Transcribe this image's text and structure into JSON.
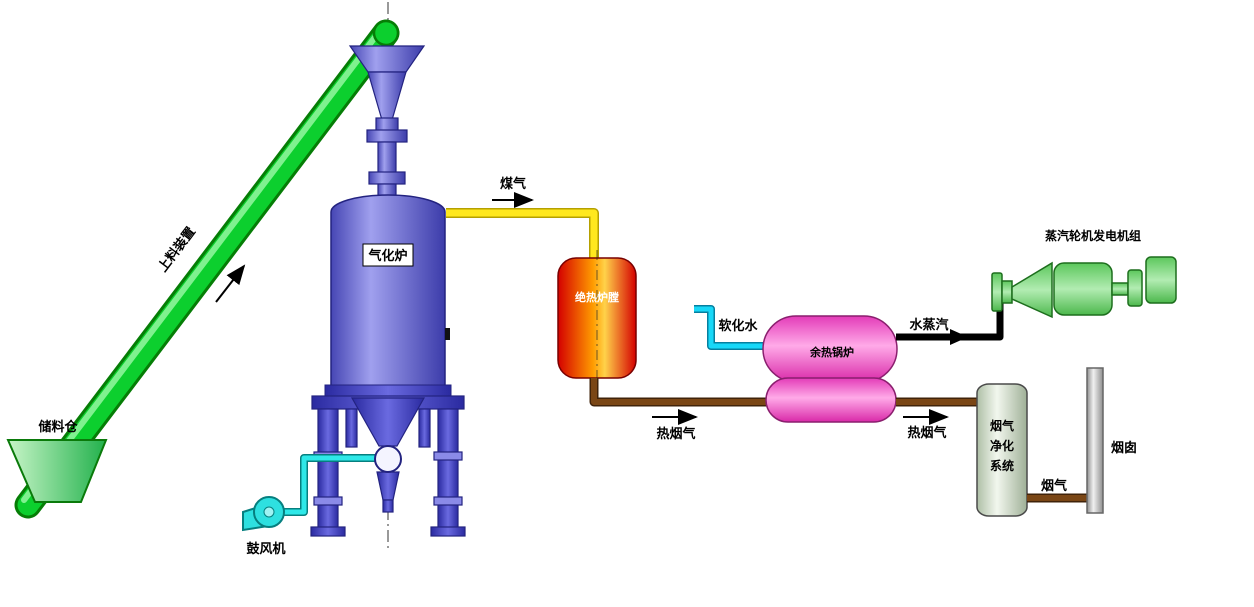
{
  "diagram": {
    "labels": {
      "storage_bin": "储料仓",
      "feeder": "上料装置",
      "gasifier": "气化炉",
      "blower": "鼓风机",
      "coal_gas": "煤气",
      "adiabatic_chamber": "绝热炉膛",
      "hot_flue_gas_left": "热烟气",
      "softened_water": "软化水",
      "waste_heat_boiler": "余热锅炉",
      "steam": "水蒸汽",
      "turbine_generator": "蒸汽轮机发电机组",
      "hot_flue_gas_right": "热烟气",
      "purifier_line1": "烟气",
      "purifier_line2": "净化",
      "purifier_line3": "系统",
      "flue_gas": "烟气",
      "chimney": "烟囱"
    },
    "colors": {
      "conveyor_green": "#0ccf2e",
      "equipment_blue": "#5a5ad0",
      "blower_cyan": "#2ee0e0",
      "coal_gas_yellow": "#ffe81e",
      "furnace_red": "#ff5500",
      "flue_gas_brown": "#7a4615",
      "boiler_pink": "#ff7bdc",
      "water_cyan": "#17d8f8",
      "steam_black": "#000000",
      "turbine_green": "#7ed87e",
      "purifier_sage": "#dfe9d8",
      "chimney_gray": "#d9d9d9"
    }
  }
}
